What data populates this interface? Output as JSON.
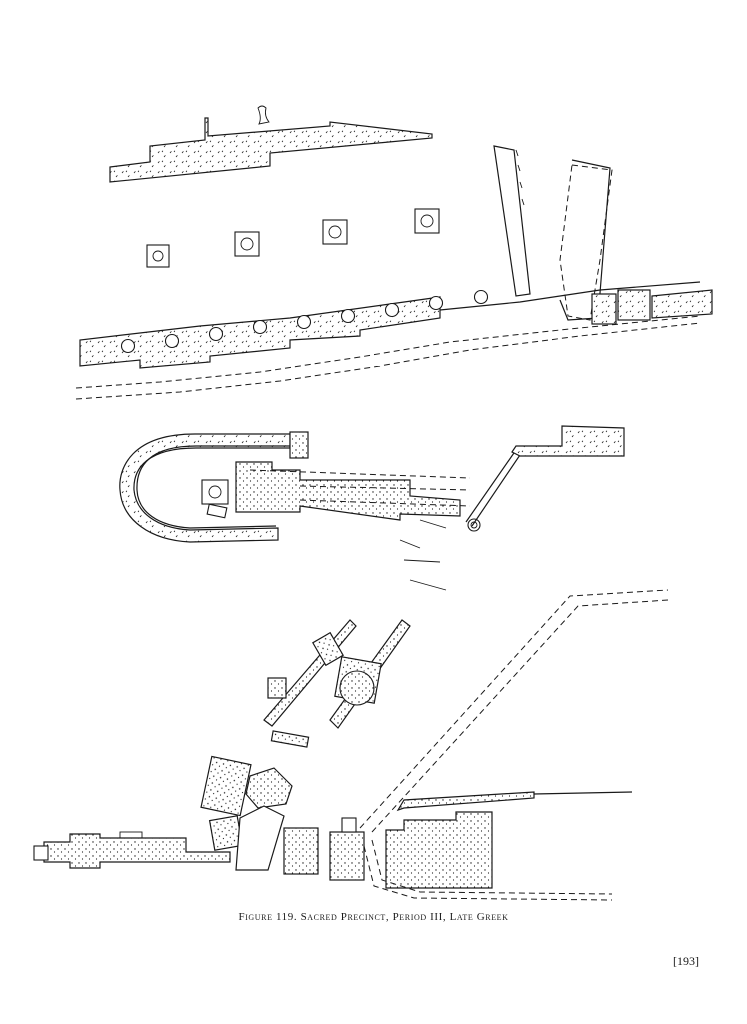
{
  "figure": {
    "caption_label": "Figure 119.",
    "caption_title": "Sacred Precinct, Period III, Late Greek"
  },
  "page": {
    "number": "[193]"
  }
}
